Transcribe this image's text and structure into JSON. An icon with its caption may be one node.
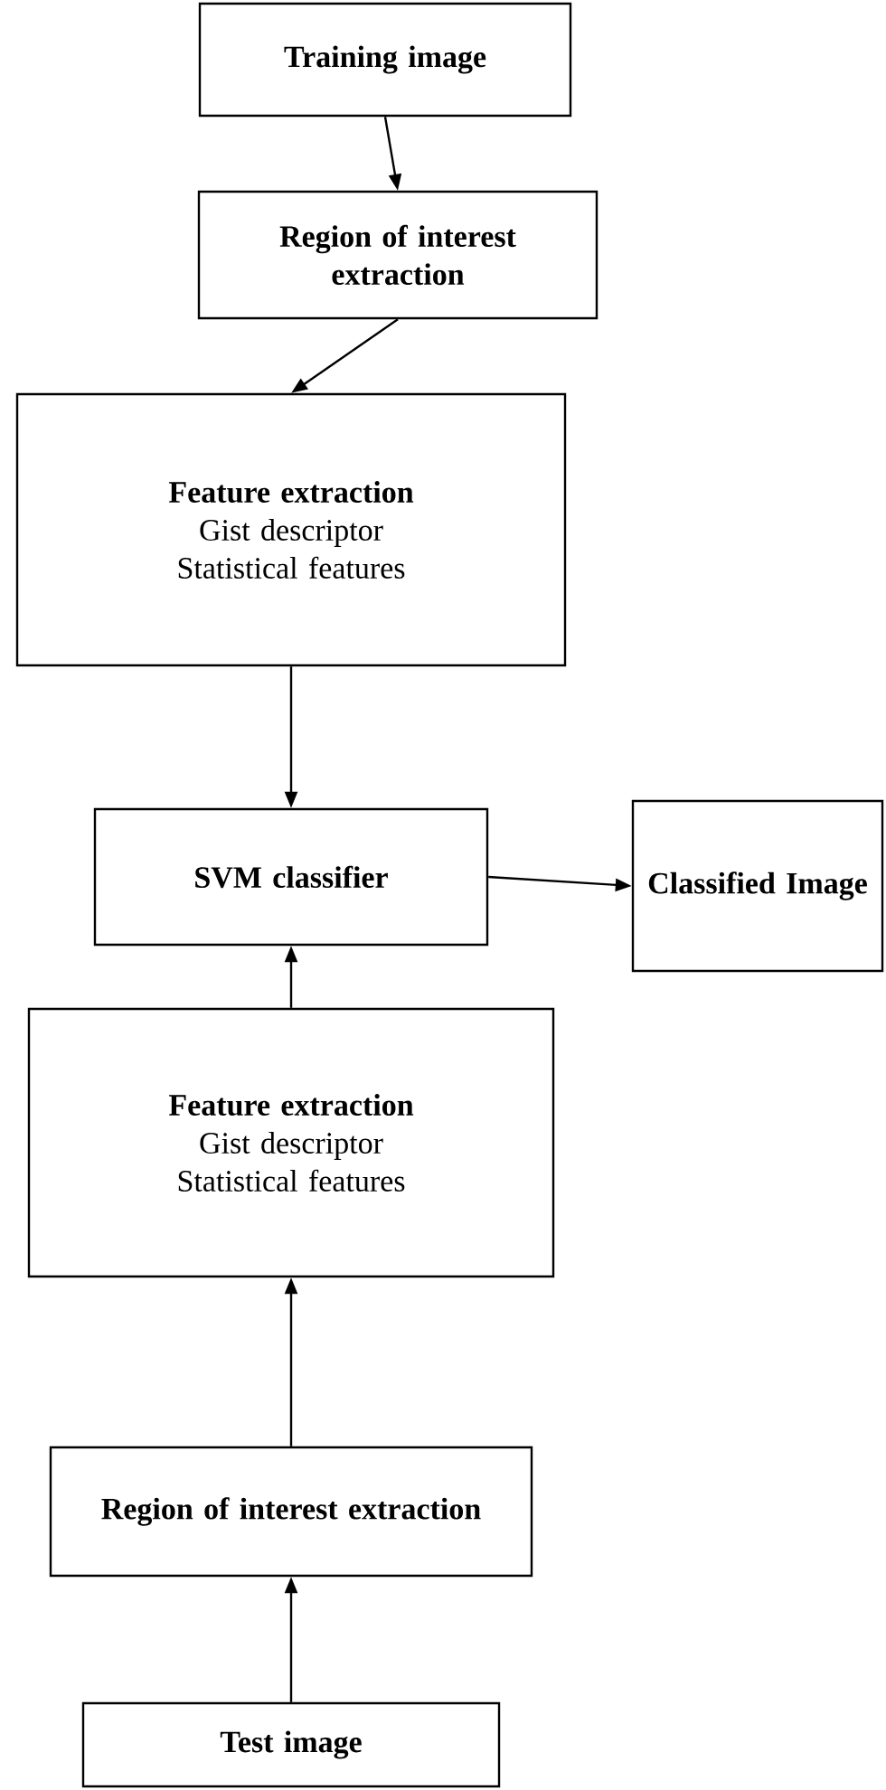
{
  "diagram": {
    "nodes": [
      {
        "text": [
          "Training image"
        ]
      },
      {
        "text": [
          "Region of interest extraction"
        ]
      },
      {
        "text": [
          "Feature extraction",
          "Gist descriptor",
          "Statistical features"
        ]
      },
      {
        "text": [
          "SVM classifier"
        ]
      },
      {
        "text": [
          "Classified Image"
        ]
      },
      {
        "text": [
          "Feature extraction",
          "Gist descriptor",
          "Statistical features"
        ]
      },
      {
        "text": [
          "Region of interest extraction"
        ]
      },
      {
        "text": [
          "Test image"
        ]
      }
    ],
    "edges": [
      {
        "from": 0,
        "to": 1,
        "arrow": "to"
      },
      {
        "from": 1,
        "to": 2,
        "arrow": "to"
      },
      {
        "from": 2,
        "to": 3,
        "arrow": "to"
      },
      {
        "from": 3,
        "to": 4,
        "arrow": "to"
      },
      {
        "from": 5,
        "to": 3,
        "arrow": "to"
      },
      {
        "from": 6,
        "to": 5,
        "arrow": "to"
      },
      {
        "from": 7,
        "to": 6,
        "arrow": "to"
      }
    ]
  }
}
